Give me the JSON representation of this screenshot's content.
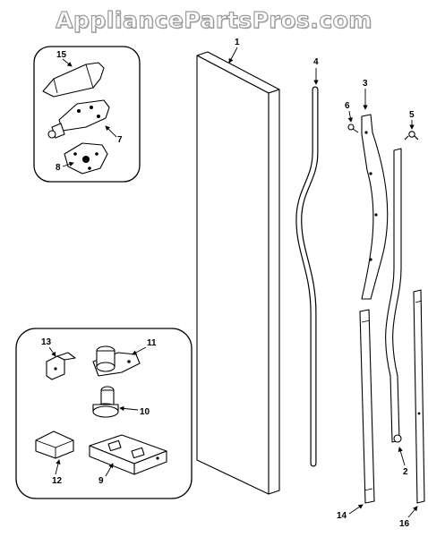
{
  "watermark": "AppliancePartsPros.com",
  "labels": {
    "p1": "1",
    "p2": "2",
    "p3": "3",
    "p4": "4",
    "p5": "5",
    "p6": "6",
    "p7": "7",
    "p8": "8",
    "p9": "9",
    "p10": "10",
    "p11": "11",
    "p12": "12",
    "p13": "13",
    "p14": "14",
    "p15": "15",
    "p16": "16"
  }
}
